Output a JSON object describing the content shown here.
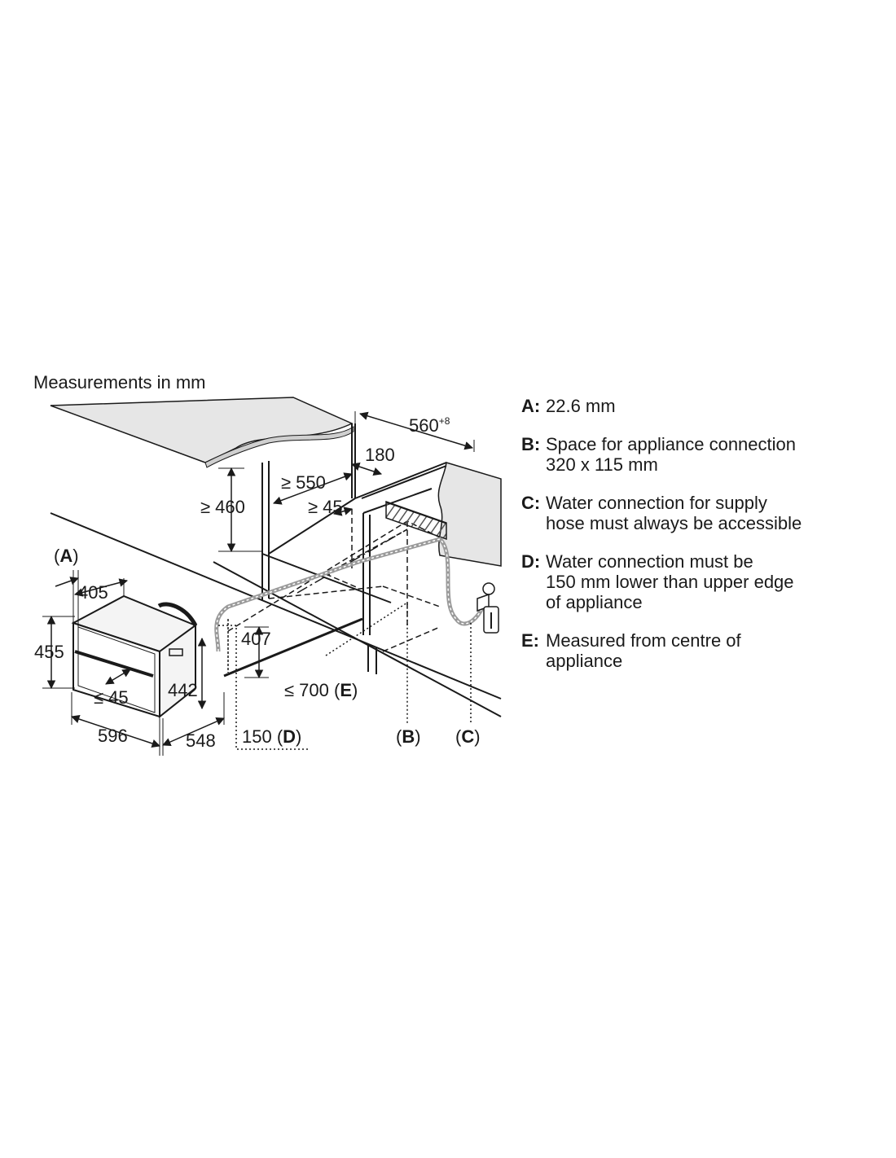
{
  "header": {
    "caption": "Measurements in mm"
  },
  "dimensions": {
    "d560": "560",
    "d560_sup": "+8",
    "d180": "180",
    "d550": "≥ 550",
    "d460": "≥ 460",
    "d45_top": "≥ 45",
    "d405": "405",
    "d407": "407",
    "d455": "455",
    "d442": "442",
    "d45_bottom": "≤ 45",
    "d596": "596",
    "d548": "548",
    "d150_num": "150 (",
    "d700_num": "≤ 700 ("
  },
  "markers": {
    "A": "A",
    "B": "B",
    "C": "C",
    "D": "D",
    "E": "E",
    "open": "(",
    "close": ")"
  },
  "legend": [
    {
      "key": "A:",
      "text": "22.6 mm"
    },
    {
      "key": "B:",
      "text": "Space for appliance connection\n320 x 115 mm"
    },
    {
      "key": "C:",
      "text": "Water connection for supply\nhose must always be accessible"
    },
    {
      "key": "D:",
      "text": "Water connection must be\n150 mm lower than upper edge\nof appliance"
    },
    {
      "key": "E:",
      "text": "Measured from centre of\nappliance"
    }
  ],
  "colors": {
    "ink": "#1a1a1a",
    "worktop": "#e6e6e6",
    "hatch": "#555555",
    "hose": "#9a9a9a"
  }
}
